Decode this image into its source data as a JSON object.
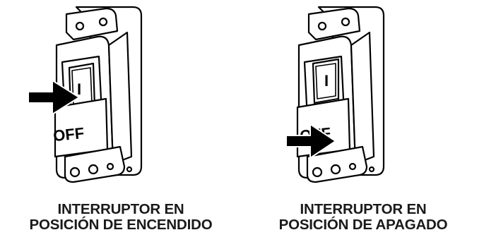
{
  "panels": [
    {
      "switch_on_label": "I",
      "off_label": "OFF",
      "caption_line1": "INTERRUPTOR EN",
      "caption_line2": "POSICIÓN DE ENCENDIDO",
      "arrow_target": "on-switch"
    },
    {
      "switch_on_label": "I",
      "off_label": "OFF",
      "caption_line1": "INTERRUPTOR EN",
      "caption_line2": "POSICIÓN DE APAGADO",
      "arrow_target": "off-label"
    }
  ]
}
